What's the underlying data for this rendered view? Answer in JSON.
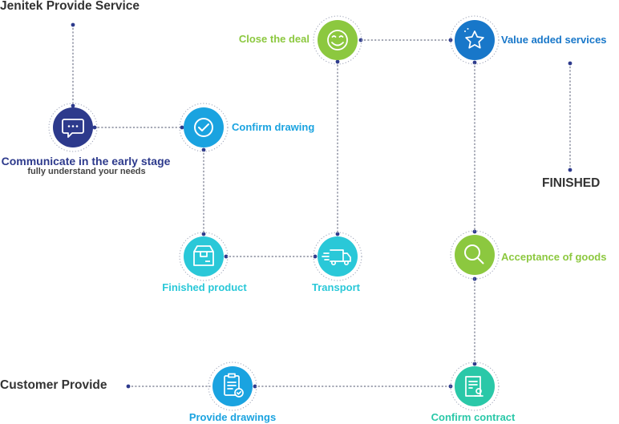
{
  "headings": {
    "top": "Jenitek Provide Service",
    "bottom": "Customer Provide",
    "finished": "FINISHED"
  },
  "steps": {
    "communicate": {
      "label": "Communicate in the early stage",
      "sublabel": "fully understand your needs",
      "icon": "chat-bubble-icon",
      "color": "#2d3a8c"
    },
    "confirm_drawing": {
      "label": "Confirm drawing",
      "icon": "checkmark-icon",
      "color": "#1aa3e0"
    },
    "close_deal": {
      "label": "Close the deal",
      "icon": "smiley-face-icon",
      "color": "#8cc83f"
    },
    "value_added": {
      "label": "Value added services",
      "icon": "star-icon",
      "color": "#1877c9"
    },
    "finished_product": {
      "label": "Finished product",
      "icon": "package-box-icon",
      "color": "#2ac8d8"
    },
    "transport": {
      "label": "Transport",
      "icon": "delivery-truck-icon",
      "color": "#2ac8d8"
    },
    "acceptance": {
      "label": "Acceptance of goods",
      "icon": "magnifier-icon",
      "color": "#8cc83f"
    },
    "provide_drawings": {
      "label": "Provide drawings",
      "icon": "clipboard-check-icon",
      "color": "#1aa3e0"
    },
    "confirm_contract": {
      "label": "Confirm contract",
      "icon": "contract-seal-icon",
      "color": "#2ac8a8"
    }
  },
  "colors": {
    "connector": "#555a6e",
    "dot": "#2d3a8c",
    "heading": "#333333"
  }
}
